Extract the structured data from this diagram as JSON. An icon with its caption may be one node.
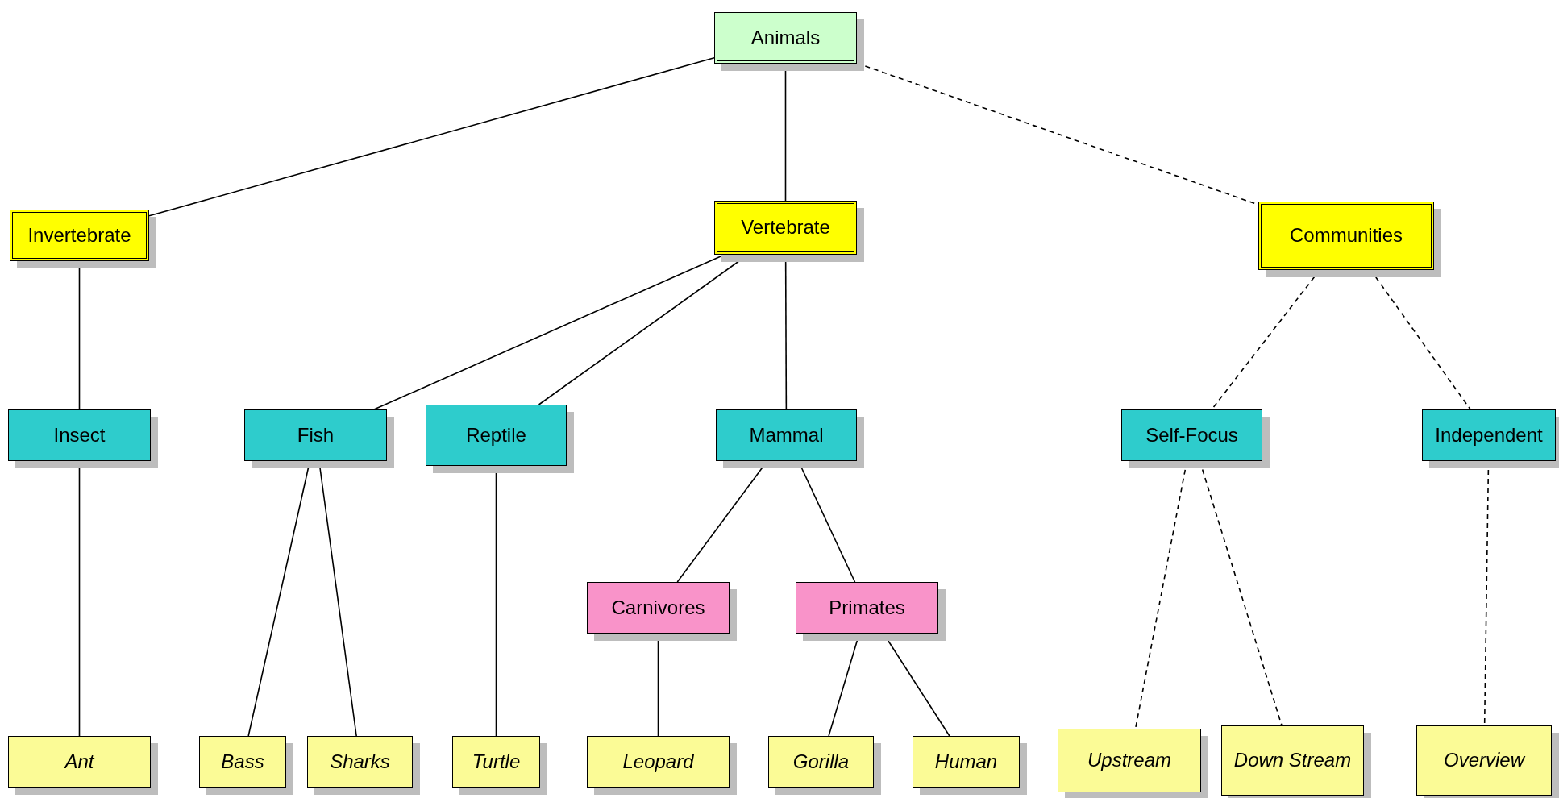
{
  "diagram": {
    "nodes": [
      {
        "text": [
          "Animals"
        ]
      },
      {
        "text": [
          "Invertebrate"
        ]
      },
      {
        "text": [
          "Vertebrate"
        ]
      },
      {
        "text": [
          "Communities"
        ]
      },
      {
        "text": [
          "Insect"
        ]
      },
      {
        "text": [
          "Fish"
        ]
      },
      {
        "text": [
          "Reptile"
        ]
      },
      {
        "text": [
          "Mammal"
        ]
      },
      {
        "text": [
          "Self-Focus"
        ]
      },
      {
        "text": [
          "Independent"
        ]
      },
      {
        "text": [
          "Carnivores"
        ]
      },
      {
        "text": [
          "Primates"
        ]
      },
      {
        "text": [
          "Ant"
        ]
      },
      {
        "text": [
          "Bass"
        ]
      },
      {
        "text": [
          "Sharks"
        ]
      },
      {
        "text": [
          "Turtle"
        ]
      },
      {
        "text": [
          "Leopard"
        ]
      },
      {
        "text": [
          "Gorilla"
        ]
      },
      {
        "text": [
          "Human"
        ]
      },
      {
        "text": [
          "Upstream"
        ]
      },
      {
        "text": [
          "Down Stream"
        ]
      },
      {
        "text": [
          "Overview"
        ]
      }
    ],
    "edges": [
      {
        "from": 0,
        "to": 1,
        "arrow": "none"
      },
      {
        "from": 0,
        "to": 2,
        "arrow": "none"
      },
      {
        "from": 0,
        "to": 3,
        "arrow": "none",
        "style": "dashed"
      },
      {
        "from": 1,
        "to": 4,
        "arrow": "none"
      },
      {
        "from": 2,
        "to": 5,
        "arrow": "none"
      },
      {
        "from": 2,
        "to": 6,
        "arrow": "none"
      },
      {
        "from": 2,
        "to": 7,
        "arrow": "none"
      },
      {
        "from": 3,
        "to": 8,
        "arrow": "none",
        "style": "dashed"
      },
      {
        "from": 3,
        "to": 9,
        "arrow": "none",
        "style": "dashed"
      },
      {
        "from": 4,
        "to": 12,
        "arrow": "none"
      },
      {
        "from": 5,
        "to": 13,
        "arrow": "none"
      },
      {
        "from": 5,
        "to": 14,
        "arrow": "none"
      },
      {
        "from": 6,
        "to": 15,
        "arrow": "none"
      },
      {
        "from": 7,
        "to": 10,
        "arrow": "none"
      },
      {
        "from": 7,
        "to": 11,
        "arrow": "none"
      },
      {
        "from": 10,
        "to": 16,
        "arrow": "none"
      },
      {
        "from": 11,
        "to": 17,
        "arrow": "none"
      },
      {
        "from": 11,
        "to": 18,
        "arrow": "none"
      },
      {
        "from": 8,
        "to": 19,
        "arrow": "none",
        "style": "dashed"
      },
      {
        "from": 8,
        "to": 20,
        "arrow": "none",
        "style": "dashed"
      },
      {
        "from": 9,
        "to": 21,
        "arrow": "none",
        "style": "dashed"
      }
    ]
  }
}
